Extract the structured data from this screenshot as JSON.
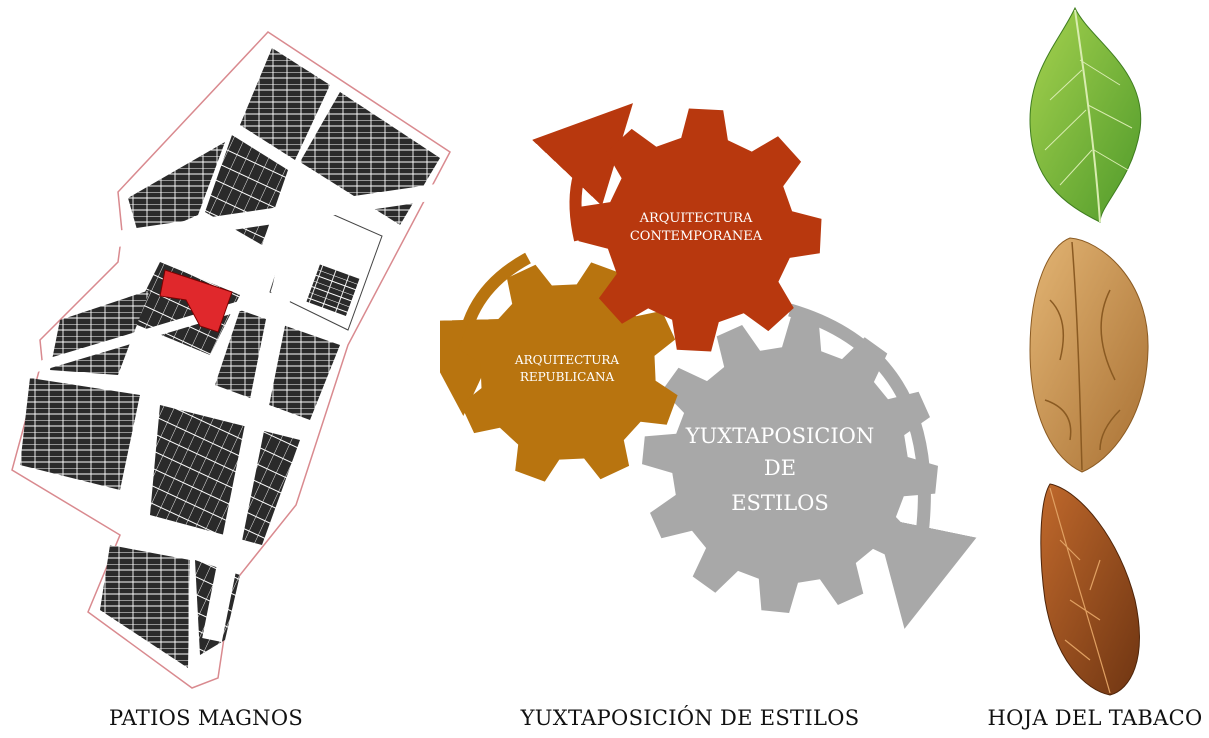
{
  "panels": {
    "map": {
      "caption": "PATIOS MAGNOS",
      "highlight_color": "#e0282c",
      "boundary_color": "#d98a8f"
    },
    "gears": {
      "caption": "YUXTAPOSICIÓN DE ESTILOS",
      "gear_contemporanea": {
        "line1": "ARQUITECTURA",
        "line2": "CONTEMPORANEA",
        "color": "#b8380e"
      },
      "gear_republicana": {
        "line1": "ARQUITECTURA",
        "line2": "REPUBLICANA",
        "color": "#b8740f"
      },
      "gear_yuxtaposicion": {
        "line1": "YUXTAPOSICION",
        "line2": "DE",
        "line3": "ESTILOS",
        "color": "#a8a8a8"
      }
    },
    "leaves": {
      "caption": "HOJA DEL TABACO",
      "colors": [
        "#7cb63a",
        "#c58f4a",
        "#9a4d1f"
      ]
    }
  }
}
